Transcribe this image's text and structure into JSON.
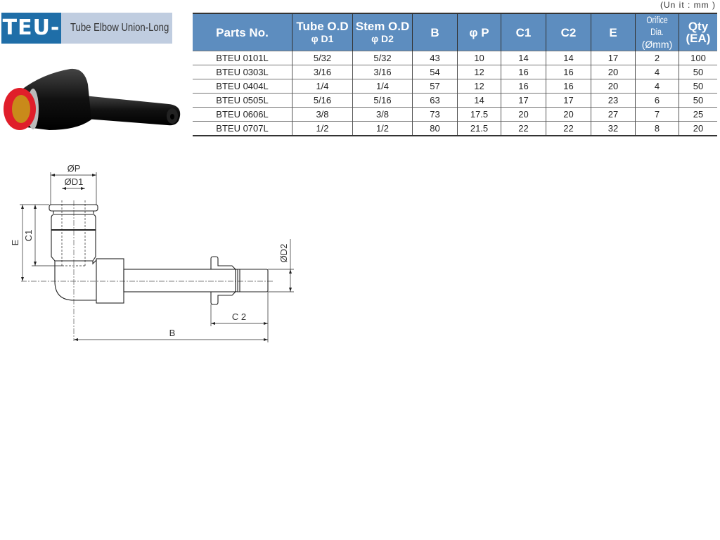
{
  "header": {
    "code": "TEU-L",
    "description": "Tube Elbow Union-Long",
    "unit": "(Un it : mm )"
  },
  "table": {
    "headers": [
      {
        "line1": "Parts No.",
        "line2": ""
      },
      {
        "line1": "Tube O.D",
        "line2": "φ D1"
      },
      {
        "line1": "Stem O.D",
        "line2": "φ D2"
      },
      {
        "line1": "B",
        "line2": ""
      },
      {
        "line1": "φ P",
        "line2": ""
      },
      {
        "line1": "C1",
        "line2": ""
      },
      {
        "line1": "C2",
        "line2": ""
      },
      {
        "line1": "E",
        "line2": ""
      },
      {
        "line1": "Orifice Dia.",
        "line2": "(Ømm)"
      },
      {
        "line1": "Qty",
        "line2": "(EA)"
      }
    ],
    "rows": [
      [
        "BTEU 0101L",
        "5/32",
        "5/32",
        "43",
        "10",
        "14",
        "14",
        "17",
        "2",
        "100"
      ],
      [
        "BTEU 0303L",
        "3/16",
        "3/16",
        "54",
        "12",
        "16",
        "16",
        "20",
        "4",
        "50"
      ],
      [
        "BTEU 0404L",
        "1/4",
        "1/4",
        "57",
        "12",
        "16",
        "16",
        "20",
        "4",
        "50"
      ],
      [
        "BTEU 0505L",
        "5/16",
        "5/16",
        "63",
        "14",
        "17",
        "17",
        "23",
        "6",
        "50"
      ],
      [
        "BTEU 0606L",
        "3/8",
        "3/8",
        "73",
        "17.5",
        "20",
        "20",
        "27",
        "7",
        "25"
      ],
      [
        "BTEU 0707L",
        "1/2",
        "1/2",
        "80",
        "21.5",
        "22",
        "22",
        "32",
        "8",
        "20"
      ]
    ]
  },
  "drawing": {
    "p": "ØP",
    "d1": "ØD1",
    "d2": "ØD2",
    "e": "E",
    "c1": "C1",
    "c2": "C 2",
    "b": "B"
  },
  "colors": {
    "brand": "#1f6ea8",
    "header_bg": "#5d8dbf",
    "banner_bg": "#c0cde0"
  }
}
